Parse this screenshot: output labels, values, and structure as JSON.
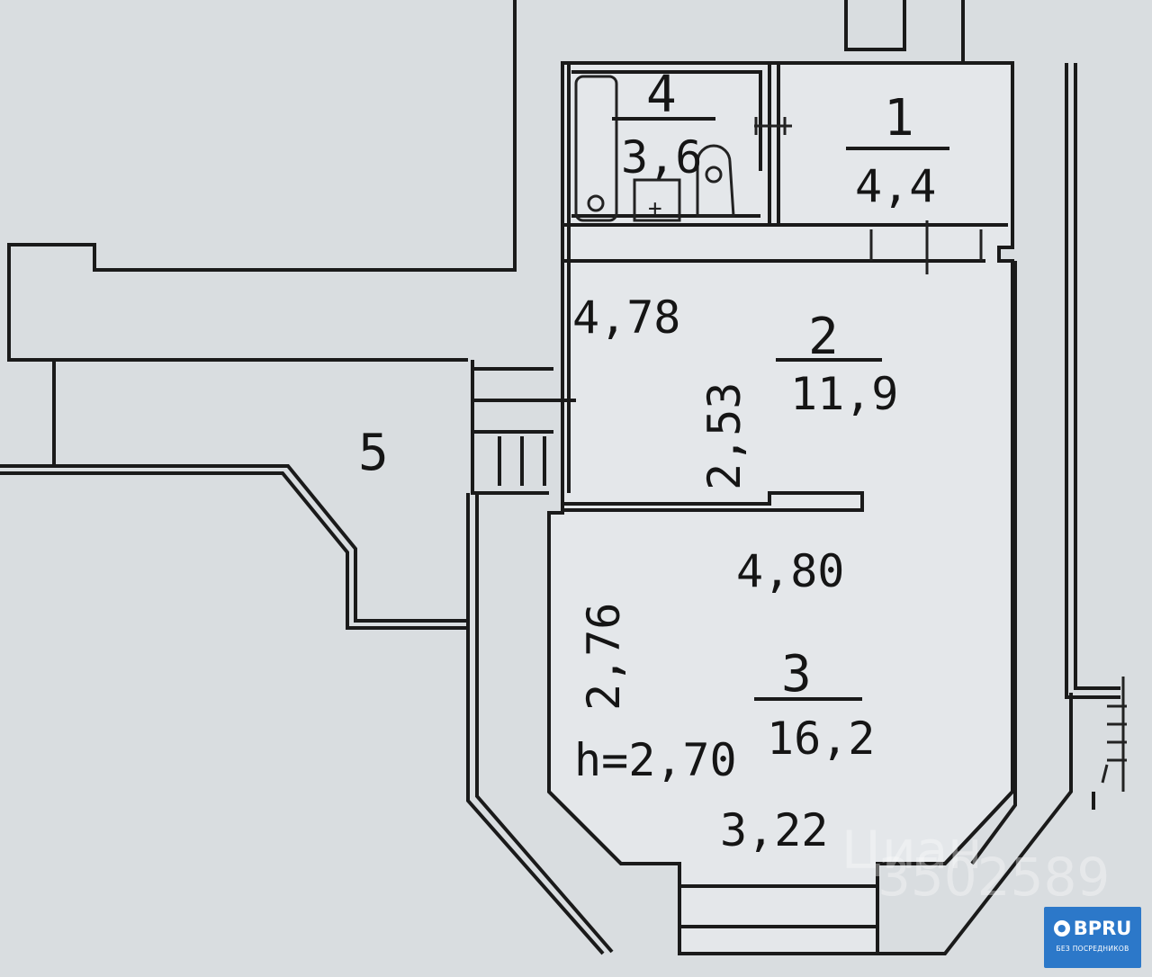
{
  "rooms": {
    "r4": {
      "num": "4",
      "area": "3,6"
    },
    "r1": {
      "num": "1",
      "area": "4,4"
    },
    "r2": {
      "num": "2",
      "area": "11,9"
    },
    "r3": {
      "num": "3",
      "area": "16,2"
    },
    "r5": {
      "num": "5"
    }
  },
  "dims": {
    "d478": "4,78",
    "d253": "2,53",
    "d480": "4,80",
    "d276": "2,76",
    "h": "h=2,70",
    "d322": "3,22"
  },
  "watermark": {
    "brand": "Циан",
    "id": "3502589"
  },
  "logo": {
    "brand": "BPRU",
    "tagline": "БЕЗ ПОСРЕДНИКОВ",
    "icon": "people-icon"
  }
}
